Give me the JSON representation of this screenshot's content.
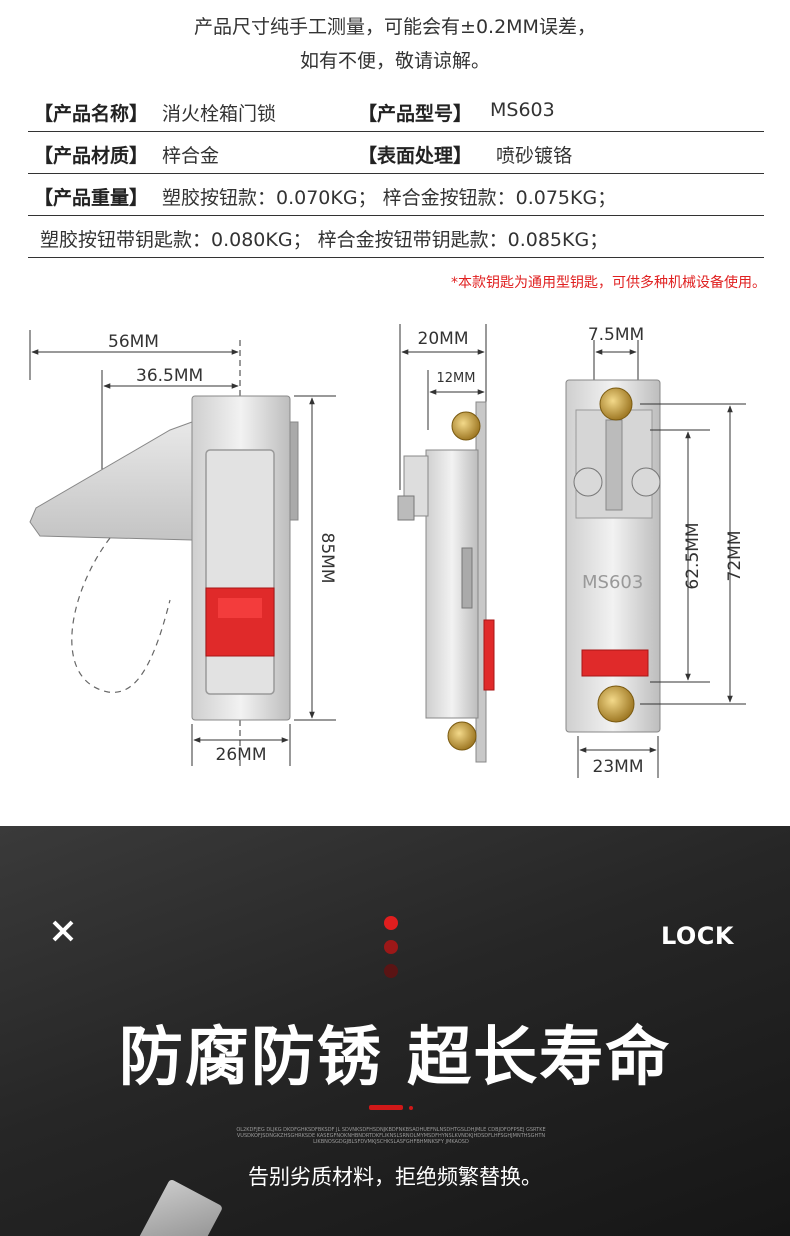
{
  "notes": {
    "line1": "产品尺寸纯手工测量，可能会有±0.2MM误差，",
    "line2": "如有不便，敬请谅解。"
  },
  "specs": {
    "name_label": "【产品名称】",
    "name_value": "消火栓箱门锁",
    "model_label": "【产品型号】",
    "model_value": "MS603",
    "material_label": "【产品材质】",
    "material_value": "梓合金",
    "surface_label": "【表面处理】",
    "surface_value": "喷砂镀铬",
    "weight_label": "【产品重量】",
    "weight_value": "塑胶按钮款：0.070KG；  梓合金按钮款：0.075KG；",
    "weight_value2": "塑胶按钮带钥匙款：0.080KG；  梓合金按钮带钥匙款：0.085KG；"
  },
  "key_note": "*本款钥匙为通用型钥匙，可供多种机械设备使用。",
  "dimensions": {
    "d56": "56MM",
    "d365": "36.5MM",
    "d85": "85MM",
    "d26": "26MM",
    "d20": "20MM",
    "d12": "12MM",
    "d75": "7.5MM",
    "d625": "62.5MM",
    "d72": "72MM",
    "d23": "23MM",
    "model_stamp": "MS603"
  },
  "banner": {
    "lock": "LOCK",
    "headline": "防腐防锈 超长寿命",
    "fine_print": "OL2KDFJEG DLJKG DKDFGHKSDFBKSDF JL SDVNKSDFHSDNJKBDFNKBSAOHUEFNLNSDHTGSLDHJMLE CDBJDFOFPSEJ GSRTKEVUSDKOFJSDNGKZHSGHRKSDE KASEGFNOKNHBNDRTDKFLIKNSLSRNOLMYMSDFHYNSLKVNDKJHDSDFLHFSGHJMNTHSGHTNLIKBNOSGDGJBLSFDVMKJSCHKSLASFGHFBHMNKSFY JMKAOSD",
    "slogan": "告别劣质材料，拒绝频繁替换。"
  },
  "colors": {
    "accent_red": "#d01818",
    "button_red": "#e02a2a"
  }
}
